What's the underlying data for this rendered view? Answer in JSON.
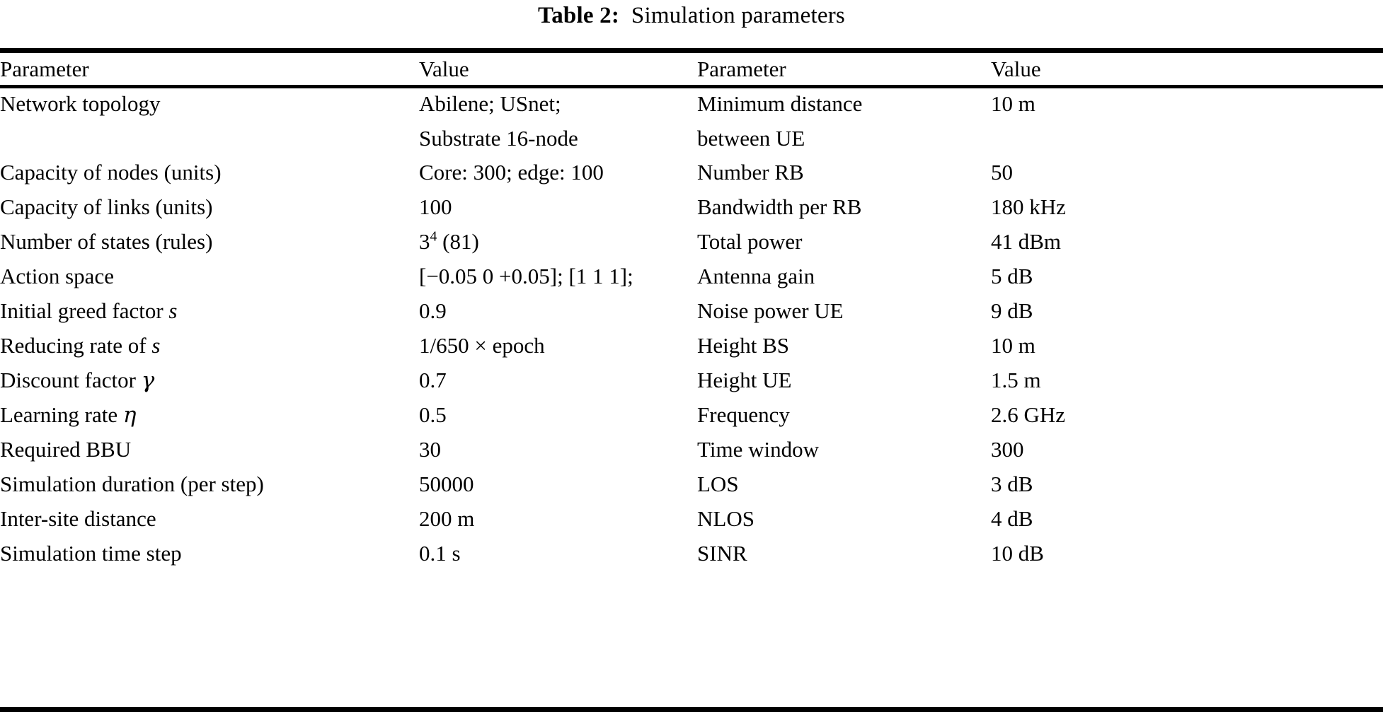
{
  "caption": {
    "label": "Table 2:",
    "text": "Simulation parameters"
  },
  "table": {
    "headers": [
      "Parameter",
      "Value",
      "Parameter",
      "Value"
    ],
    "rows": [
      {
        "left_param": "Network topology",
        "left_value_line1": "Abilene; USnet;",
        "left_value_line2": "Substrate 16-node",
        "right_param_line1": "Minimum distance",
        "right_param_line2": "between UE",
        "right_value": "10 m"
      },
      {
        "left_param": "Capacity of nodes (units)",
        "left_value": "Core: 300; edge: 100",
        "right_param": "Number RB",
        "right_value": "50"
      },
      {
        "left_param": "Capacity of links (units)",
        "left_value": "100",
        "right_param": "Bandwidth per RB",
        "right_value": "180 kHz"
      },
      {
        "left_param": "Number of states (rules)",
        "left_value_base": "3",
        "left_value_exp": "4",
        "left_value_tail": " (81)",
        "right_param": "Total power",
        "right_value": "41 dBm"
      },
      {
        "left_param": "Action space",
        "left_value": "[−0.05 0 +0.05]; [1 1 1];",
        "right_param": "Antenna gain",
        "right_value": "5 dB"
      },
      {
        "left_param_text": "Initial greed factor ",
        "left_param_var": "s",
        "left_value": "0.9",
        "right_param": "Noise power UE",
        "right_value": "9 dB"
      },
      {
        "left_param_text": "Reducing rate of ",
        "left_param_var": "s",
        "left_value": "1/650 × epoch",
        "right_param": "Height BS",
        "right_value": "10 m"
      },
      {
        "left_param_text": "Discount factor ",
        "left_param_var": "γ",
        "left_value": "0.7",
        "right_param": "Height UE",
        "right_value": "1.5 m"
      },
      {
        "left_param_text": "Learning rate ",
        "left_param_var": "η",
        "left_value": "0.5",
        "right_param": "Frequency",
        "right_value": "2.6 GHz"
      },
      {
        "left_param": "Required BBU",
        "left_value": "30",
        "right_param": "Time window",
        "right_value": "300"
      },
      {
        "left_param": "Simulation duration (per step)",
        "left_value": "50000",
        "right_param": "LOS",
        "right_value": "3 dB"
      },
      {
        "left_param": "Inter-site distance",
        "left_value": "200 m",
        "right_param": "NLOS",
        "right_value": "4 dB"
      },
      {
        "left_param": "Simulation time step",
        "left_value": "0.1 s",
        "right_param": "SINR",
        "right_value": "10 dB"
      }
    ]
  },
  "colors": {
    "text": "#000000",
    "background": "#ffffff",
    "rule": "#000000"
  }
}
